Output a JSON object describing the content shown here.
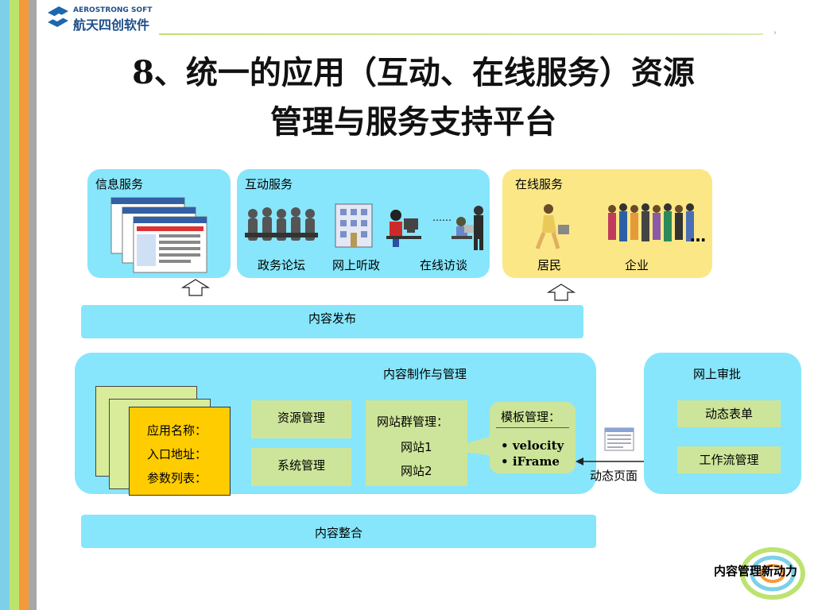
{
  "header": {
    "brand_en": "AEROSTRONG SOFT",
    "brand_cn": "航天四创软件"
  },
  "title": {
    "line1": "8、统一的应用（互动、在线服务）资源",
    "line2": "管理与服务支持平台"
  },
  "panels": {
    "info": {
      "label": "信息服务"
    },
    "interact": {
      "label": "互动服务",
      "items": [
        "政务论坛",
        "网上听政",
        "在线访谈"
      ],
      "ellipsis": "……"
    },
    "online": {
      "label": "在线服务",
      "items": [
        "居民",
        "企业"
      ],
      "ellipsis": "…"
    }
  },
  "bars": {
    "publish": "内容发布",
    "integrate": "内容整合"
  },
  "manage": {
    "title": "内容制作与管理",
    "card": {
      "lines": [
        "应用名称：",
        "入口地址：",
        "参数列表："
      ]
    },
    "resource": "资源管理",
    "system": "系统管理",
    "sites": {
      "title": "网站群管理：",
      "items": [
        "网站1",
        "网站2"
      ]
    },
    "template": {
      "title": "模板管理：",
      "items": [
        "velocity",
        "iFrame"
      ]
    },
    "dynamic_page": "动态页面"
  },
  "approval": {
    "title": "网上审批",
    "items": [
      "动态表单",
      "工作流管理"
    ]
  },
  "footer": {
    "tagline": "内容管理新动力"
  },
  "colors": {
    "cyan": "#87e6fb",
    "yellow": "#fce787",
    "green": "#cde59a",
    "card": "#ffcc00"
  }
}
